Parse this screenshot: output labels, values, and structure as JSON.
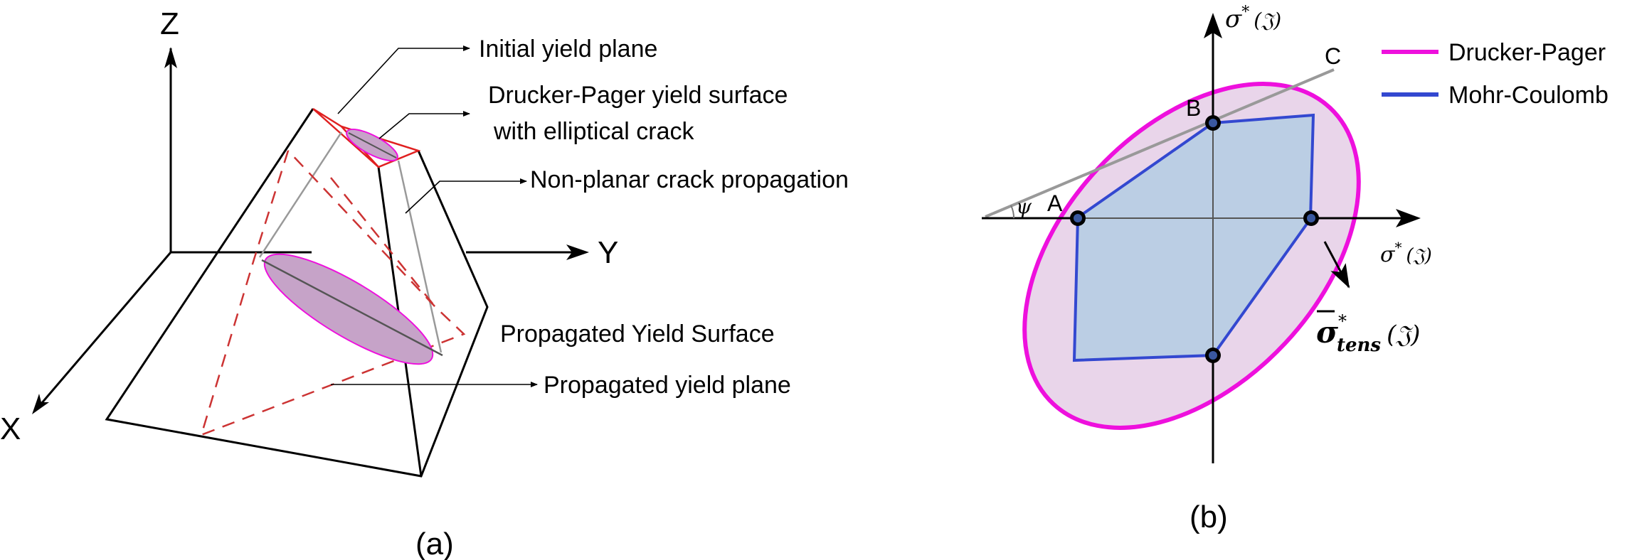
{
  "panel_a": {
    "axes": {
      "z": "Z",
      "y": "Y",
      "x": "X"
    },
    "labels": {
      "initial_yield_plane": "Initial yield plane",
      "dp_surface_line1": "Drucker-Pager yield surface",
      "dp_surface_line2": "with elliptical crack",
      "non_planar": "Non-planar crack propagation",
      "propagated_surface": "Propagated Yield Surface",
      "propagated_plane": "Propagated yield plane"
    },
    "caption": "(a)"
  },
  "panel_b": {
    "axes": {
      "vertical": "σ",
      "vertical_sup": "*",
      "vertical_arg": "(𝔍)",
      "horizontal": "σ",
      "horizontal_sup": "*",
      "horizontal_arg": "(𝔍)"
    },
    "points": {
      "a": "A",
      "b": "B",
      "c": "C"
    },
    "angle": "ψ",
    "tension": {
      "symbol": "σ",
      "sup": "*",
      "sub": "tens",
      "arg": "(𝔍)"
    },
    "legend": [
      {
        "label": "Drucker-Pager",
        "color": "#ee10dd"
      },
      {
        "label": "Mohr-Coulomb",
        "color": "#3348d0"
      }
    ],
    "caption": "(b)"
  },
  "colors": {
    "ellipse_stroke": "#ee10dd",
    "ellipse_fill": "#e9d5ea",
    "polygon_stroke": "#3348d0",
    "polygon_fill": "#b8cde4",
    "crack_fill": "#c6a3c8",
    "red": "#e02020",
    "dashed_red": "#cc3333",
    "gray": "#999999"
  }
}
